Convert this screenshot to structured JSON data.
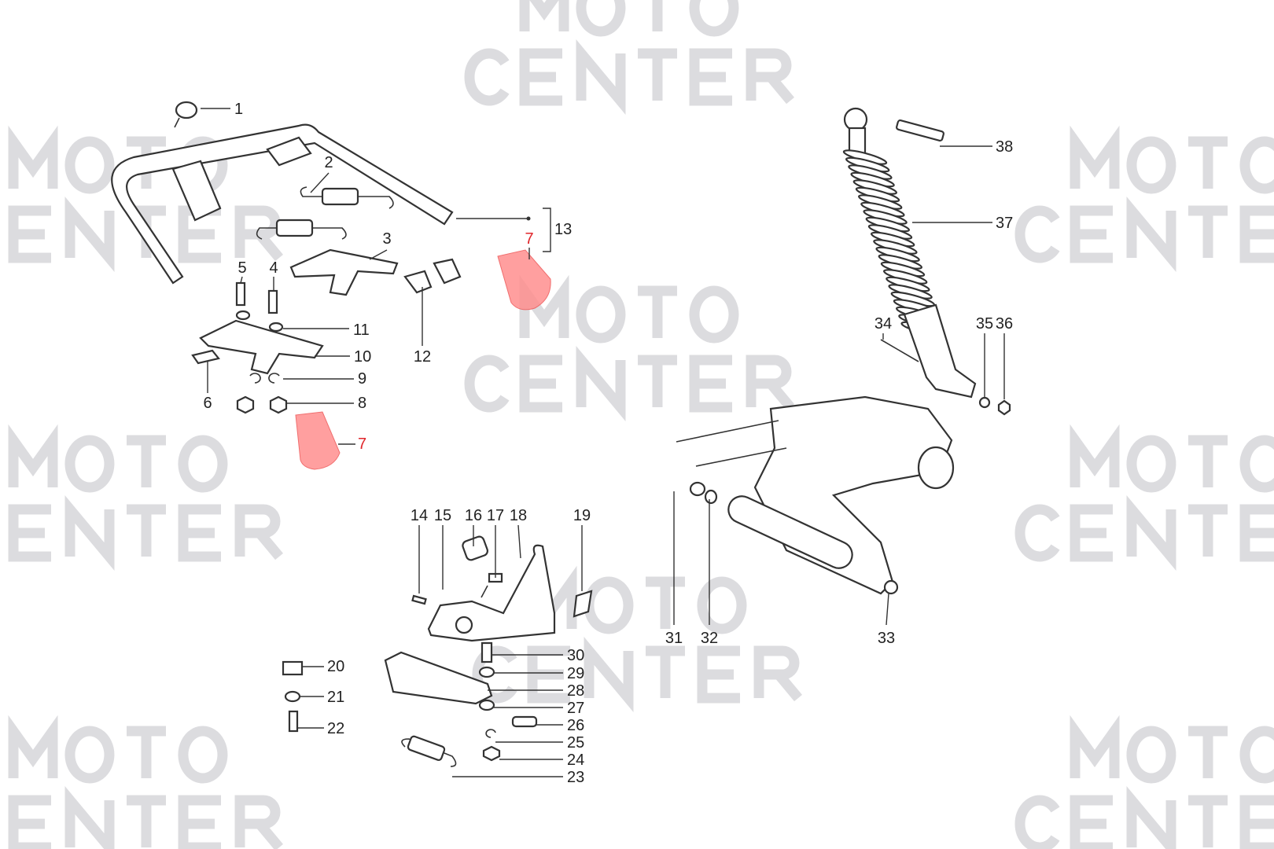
{
  "watermark": {
    "line1": "MOTO",
    "line2": "CENTER"
  },
  "highlight_color": "#ff8f8f",
  "highlighted_part": "7",
  "labels": [
    "1",
    "2",
    "3",
    "4",
    "5",
    "6",
    "7",
    "7",
    "8",
    "9",
    "10",
    "11",
    "12",
    "13",
    "14",
    "15",
    "16",
    "17",
    "18",
    "19",
    "20",
    "21",
    "22",
    "23",
    "24",
    "25",
    "26",
    "27",
    "28",
    "29",
    "30",
    "31",
    "32",
    "33",
    "34",
    "35",
    "36",
    "37",
    "38"
  ]
}
